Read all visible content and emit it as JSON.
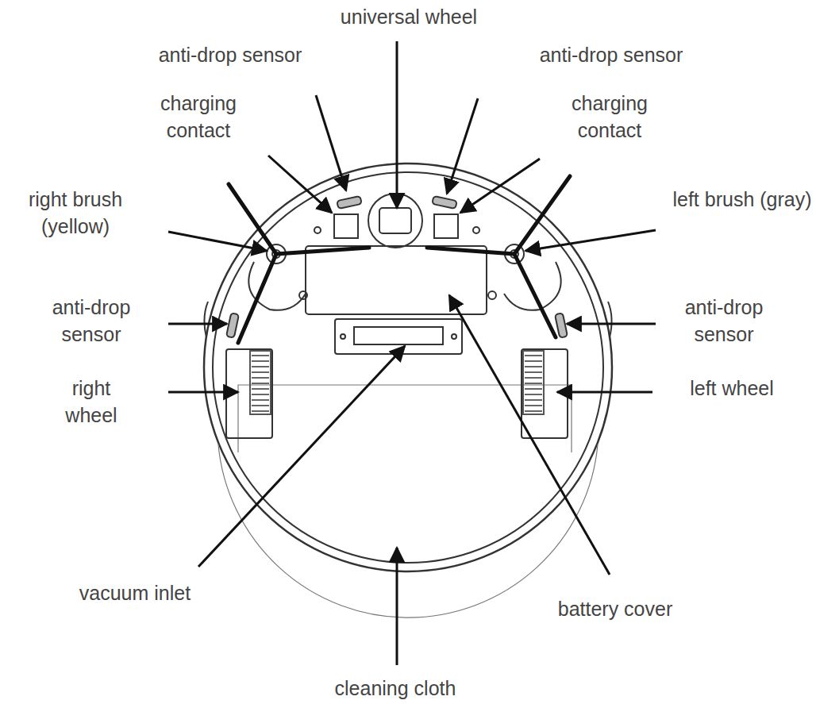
{
  "diagram": {
    "labels": [
      "universal wheel",
      "anti-drop sensor",
      "anti-drop sensor",
      "charging contact",
      "charging contact",
      "right brush (yellow)",
      "left brush (gray)",
      "anti-drop sensor",
      "anti-drop sensor",
      "right wheel",
      "left wheel",
      "vacuum inlet",
      "battery cover",
      "cleaning cloth"
    ]
  }
}
